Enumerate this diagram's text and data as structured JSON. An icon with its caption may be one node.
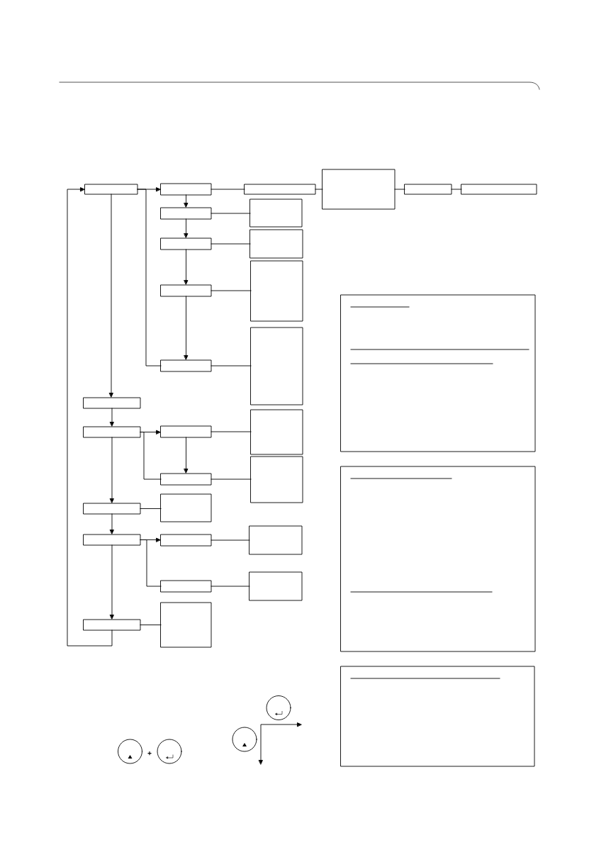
{
  "diagram": {
    "nodes": [
      {
        "text": [],
        "shape": "box"
      },
      {
        "text": [],
        "shape": "box"
      },
      {
        "text": [],
        "shape": "box"
      },
      {
        "text": [],
        "shape": "box"
      },
      {
        "text": [],
        "shape": "box"
      },
      {
        "text": [],
        "shape": "box"
      },
      {
        "text": [],
        "shape": "box"
      },
      {
        "text": [],
        "shape": "box"
      },
      {
        "text": [],
        "shape": "box"
      },
      {
        "text": [],
        "shape": "box"
      },
      {
        "text": [],
        "shape": "box"
      },
      {
        "text": [],
        "shape": "box"
      },
      {
        "text": [],
        "shape": "box"
      },
      {
        "text": [],
        "shape": "box"
      },
      {
        "text": [],
        "shape": "box"
      },
      {
        "text": [],
        "shape": "box"
      },
      {
        "text": [],
        "shape": "box"
      },
      {
        "text": [],
        "shape": "box"
      },
      {
        "text": [],
        "shape": "box"
      },
      {
        "text": [],
        "shape": "box"
      },
      {
        "text": [],
        "shape": "box"
      },
      {
        "text": [],
        "shape": "box"
      },
      {
        "text": [],
        "shape": "box"
      },
      {
        "text": [],
        "shape": "box"
      },
      {
        "text": [],
        "shape": "box"
      },
      {
        "text": [],
        "shape": "box"
      },
      {
        "text": [],
        "shape": "box"
      },
      {
        "text": [],
        "shape": "box"
      },
      {
        "text": [],
        "shape": "box"
      },
      {
        "text": [],
        "shape": "box"
      },
      {
        "text": [],
        "shape": "box"
      },
      {
        "text": [],
        "shape": "box"
      }
    ],
    "edges": [
      {
        "from": 0,
        "to": 1,
        "arrow": "to"
      },
      {
        "from": 0,
        "to": 13,
        "arrow": "none"
      },
      {
        "from": 1,
        "to": 2,
        "arrow": "none"
      },
      {
        "from": 2,
        "to": 3,
        "arrow": "none"
      },
      {
        "from": 3,
        "to": 4,
        "arrow": "none"
      },
      {
        "from": 4,
        "to": 5,
        "arrow": "none"
      },
      {
        "from": 1,
        "to": 6,
        "arrow": "to"
      },
      {
        "from": 6,
        "to": 7,
        "arrow": "none"
      },
      {
        "from": 6,
        "to": 8,
        "arrow": "to"
      },
      {
        "from": 8,
        "to": 9,
        "arrow": "none"
      },
      {
        "from": 8,
        "to": 10,
        "arrow": "to"
      },
      {
        "from": 10,
        "to": 11,
        "arrow": "none"
      },
      {
        "from": 10,
        "to": 13,
        "arrow": "to"
      },
      {
        "from": 13,
        "to": 14,
        "arrow": "none"
      },
      {
        "from": 0,
        "to": 15,
        "arrow": "to"
      },
      {
        "from": 15,
        "to": 16,
        "arrow": "to"
      },
      {
        "from": 16,
        "to": 17,
        "arrow": "to"
      },
      {
        "from": 16,
        "to": 20,
        "arrow": "none"
      },
      {
        "from": 17,
        "to": 18,
        "arrow": "none"
      },
      {
        "from": 17,
        "to": 20,
        "arrow": "to"
      },
      {
        "from": 20,
        "to": 21,
        "arrow": "none"
      },
      {
        "from": 16,
        "to": 22,
        "arrow": "to"
      },
      {
        "from": 22,
        "to": 23,
        "arrow": "none"
      },
      {
        "from": 22,
        "to": 24,
        "arrow": "to"
      },
      {
        "from": 24,
        "to": 25,
        "arrow": "to"
      },
      {
        "from": 24,
        "to": 27,
        "arrow": "none"
      },
      {
        "from": 25,
        "to": 26,
        "arrow": "none"
      },
      {
        "from": 27,
        "to": 28,
        "arrow": "none"
      },
      {
        "from": 24,
        "to": 29,
        "arrow": "to"
      },
      {
        "from": 29,
        "to": 30,
        "arrow": "none"
      },
      {
        "from": 29,
        "to": 0,
        "arrow": "to"
      }
    ],
    "labels": [
      "+"
    ]
  }
}
